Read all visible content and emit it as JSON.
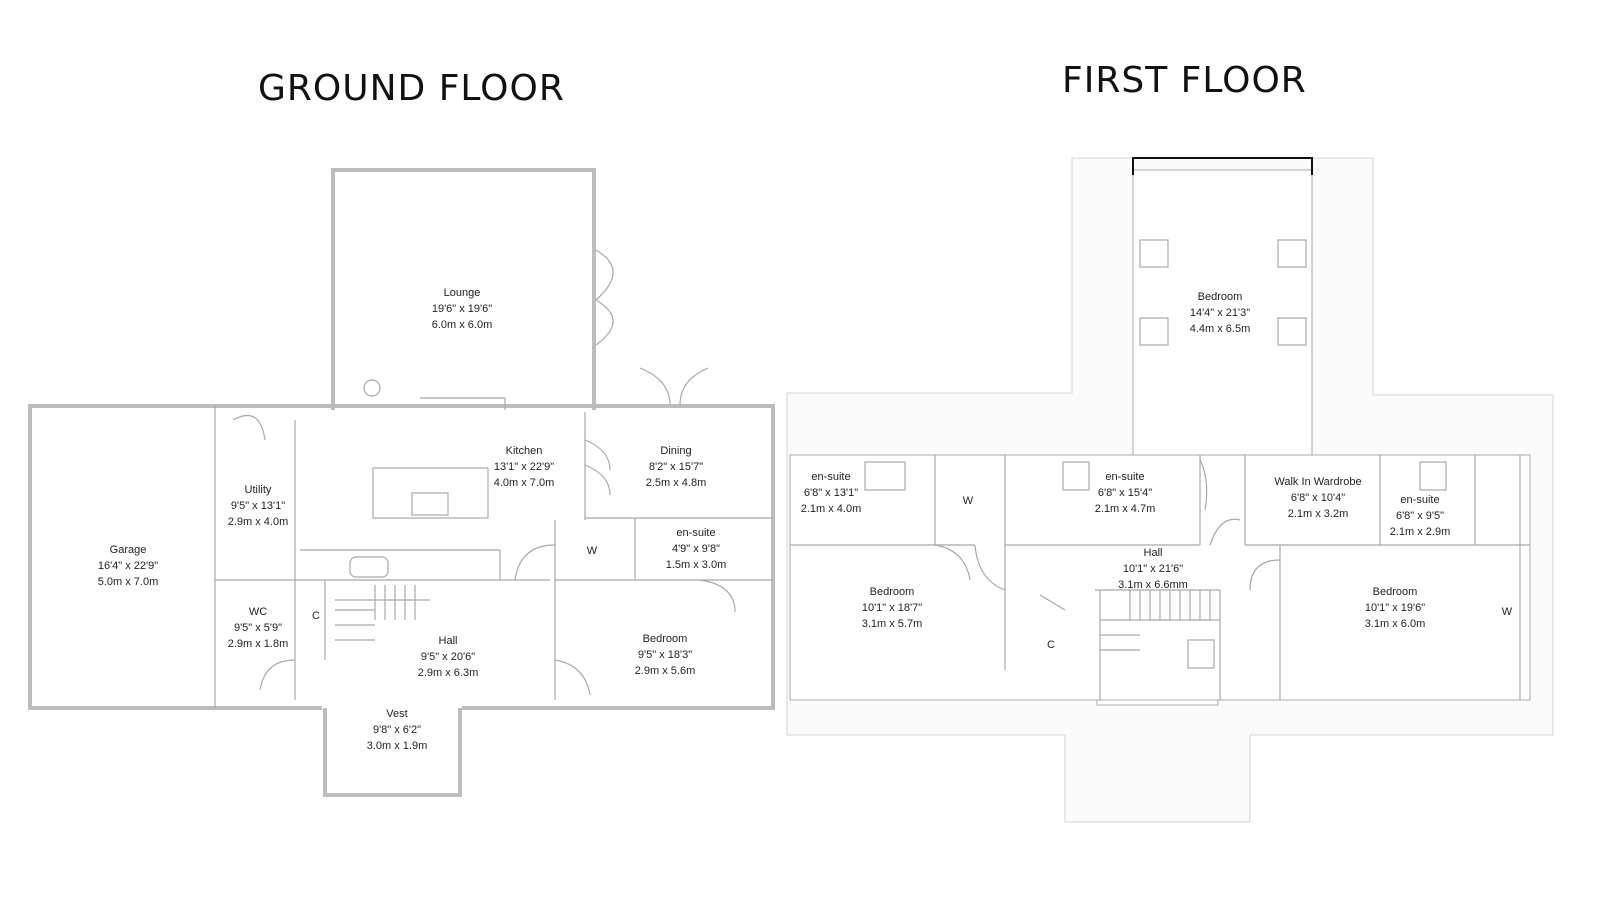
{
  "ground_floor": {
    "title": "GROUND FLOOR",
    "rooms": [
      {
        "name": "Lounge",
        "imperial": "19'6\" x 19'6\"",
        "metric": "6.0m x 6.0m"
      },
      {
        "name": "Kitchen",
        "imperial": "13'1\" x 22'9\"",
        "metric": "4.0m x 7.0m"
      },
      {
        "name": "Dining",
        "imperial": "8'2\" x 15'7\"",
        "metric": "2.5m x 4.8m"
      },
      {
        "name": "Utility",
        "imperial": "9'5\" x 13'1\"",
        "metric": "2.9m x 4.0m"
      },
      {
        "name": "Garage",
        "imperial": "16'4\" x 22'9\"",
        "metric": "5.0m x 7.0m"
      },
      {
        "name": "en-suite",
        "imperial": "4'9\" x 9'8\"",
        "metric": "1.5m x 3.0m"
      },
      {
        "name": "WC",
        "imperial": "9'5\" x 5'9\"",
        "metric": "2.9m x 1.8m"
      },
      {
        "name": "Hall",
        "imperial": "9'5\" x 20'6\"",
        "metric": "2.9m x 6.3m"
      },
      {
        "name": "Bedroom",
        "imperial": "9'5\" x 18'3\"",
        "metric": "2.9m x 5.6m"
      },
      {
        "name": "Vest",
        "imperial": "9'8\" x 6'2\"",
        "metric": "3.0m x 1.9m"
      }
    ],
    "marks": [
      "W",
      "C"
    ]
  },
  "first_floor": {
    "title": "FIRST FLOOR",
    "rooms": [
      {
        "name": "Bedroom",
        "imperial": "14'4\" x 21'3\"",
        "metric": "4.4m x 6.5m"
      },
      {
        "name": "en-suite",
        "imperial": "6'8\" x 13'1\"",
        "metric": "2.1m x 4.0m"
      },
      {
        "name": "en-suite",
        "imperial": "6'8\" x 15'4\"",
        "metric": "2.1m x 4.7m"
      },
      {
        "name": "Walk In Wardrobe",
        "imperial": "6'8\" x 10'4\"",
        "metric": "2.1m x 3.2m"
      },
      {
        "name": "en-suite",
        "imperial": "6'8\" x 9'5\"",
        "metric": "2.1m x 2.9m"
      },
      {
        "name": "Hall",
        "imperial": "10'1\" x 21'6\"",
        "metric": "3.1m x 6.6mm"
      },
      {
        "name": "Bedroom",
        "imperial": "10'1\" x 18'7\"",
        "metric": "3.1m x 5.7m"
      },
      {
        "name": "Bedroom",
        "imperial": "10'1\" x 19'6\"",
        "metric": "3.1m x 6.0m"
      }
    ],
    "marks": [
      "W",
      "C",
      "W"
    ]
  }
}
